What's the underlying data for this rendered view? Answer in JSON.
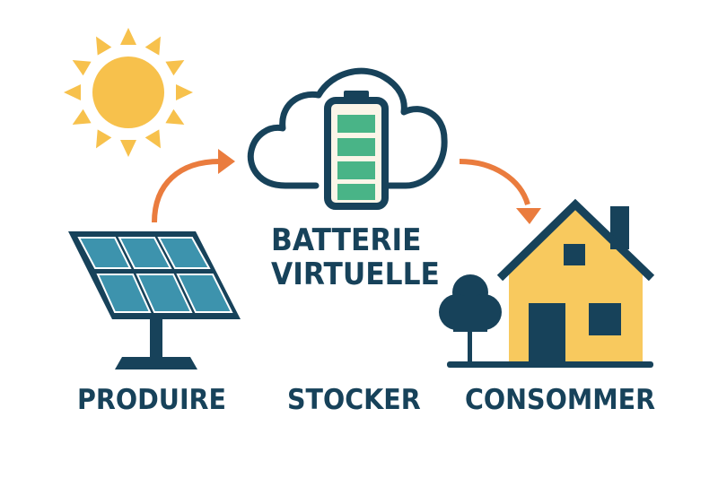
{
  "diagram": {
    "title_line1": "BATTERIE",
    "title_line2": "VIRTUELLE",
    "steps": [
      {
        "label": "PRODUIRE",
        "icon": "solar-panel-icon"
      },
      {
        "label": "STOCKER",
        "icon": "cloud-battery-icon"
      },
      {
        "label": "CONSOMMER",
        "icon": "house-icon"
      }
    ],
    "decorations": [
      "sun-icon",
      "tree-icon",
      "arrow-produce-to-store",
      "arrow-store-to-consume"
    ],
    "battery_levels": 4,
    "colors": {
      "navy": "#17425a",
      "sun": "#f7c14c",
      "arrow": "#ea7c3e",
      "panel": "#3d93ad",
      "battery_fill": "#49b487",
      "house": "#f8c95e",
      "background": "#ffffff"
    }
  }
}
